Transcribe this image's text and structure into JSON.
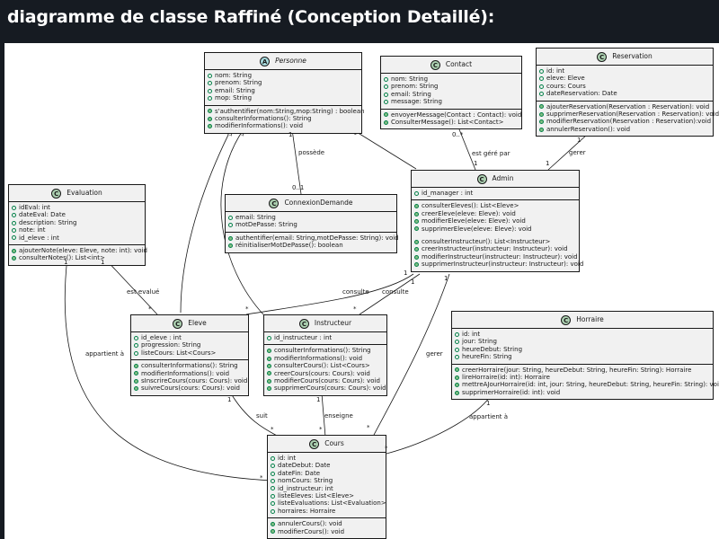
{
  "title": "diagramme de classe Raffiné (Conception Detaillé):",
  "colors": {
    "background": "#161b22",
    "canvas": "#ffffff",
    "class_fill": "#f1f1f1",
    "class_badge": "#add1b2",
    "abstract_badge": "#a9dcdf"
  },
  "classes": {
    "personne": {
      "stereotype": "A",
      "name": "Personne",
      "attrs": [
        "nom: String",
        "prenom: String",
        "email: String",
        "mop: String"
      ],
      "ops": [
        "s'authentifier(nom:String,mop:String) : boolean",
        "consulterInformations(): String",
        "modifierInformations(): void"
      ]
    },
    "contact": {
      "stereotype": "C",
      "name": "Contact",
      "attrs": [
        "nom: String",
        "prenom: String",
        "email: String",
        "message: String"
      ],
      "ops": [
        "envoyerMessage(Contact : Contact): void",
        "ConsulterMessage(): List<Contact>"
      ]
    },
    "reservation": {
      "stereotype": "C",
      "name": "Reservation",
      "attrs": [
        "id: int",
        "eleve: Eleve",
        "cours: Cours",
        "dateReservation: Date"
      ],
      "ops": [
        "ajouterReservation(Reservation : Reservation): void",
        "supprimerReservation(Reservation : Reservation): void",
        "modifierReservation(Reservation : Reservation):void",
        "annulerReservation(): void"
      ]
    },
    "evaluation": {
      "stereotype": "C",
      "name": "Evaluation",
      "attrs": [
        "idEval: int",
        "dateEval: Date",
        "description: String",
        "note: int",
        "id_eleve : int"
      ],
      "ops": [
        "ajouterNote(eleve: Eleve, note: int): void",
        "consulterNotes(): List<int>"
      ]
    },
    "connexion": {
      "stereotype": "C",
      "name": "ConnexionDemande",
      "attrs": [
        "email: String",
        "motDePasse: String"
      ],
      "ops": [
        "authentifier(email: String,motDePasse: String): void",
        "réinitialiserMotDePasse(): boolean"
      ]
    },
    "admin": {
      "stereotype": "C",
      "name": "Admin",
      "attrs": [
        "id_manager : int"
      ],
      "ops": [
        "consulterEleves(): List<Eleve>",
        "creerEleve(eleve: Eleve): void",
        "modifierEleve(eleve: Eleve): void",
        "supprimerEleve(eleve: Eleve): void"
      ],
      "ops2": [
        "consulterInstructeur(): List<Instructeur>",
        "creerInstructeur(instructeur: Instructeur): void",
        "modifierInstructeur(instructeur: Instructeur): void",
        "supprimerInstructeur(instructeur: Instructeur): void"
      ]
    },
    "eleve": {
      "stereotype": "C",
      "name": "Eleve",
      "attrs": [
        "id_eleve : int",
        "progression: String",
        "listeCours: List<Cours>"
      ],
      "ops": [
        "consulterInformations(): String",
        "modifierInformations(): void",
        "sInscrireCours(cours: Cours): void",
        "suivreCours(cours: Cours): void"
      ]
    },
    "instructeur": {
      "stereotype": "C",
      "name": "Instructeur",
      "attrs": [
        "id_instructeur : int"
      ],
      "ops": [
        "consulterInformations(): String",
        "modifierInformations(): void",
        "consulterCours(): List<Cours>",
        "creerCours(cours: Cours): void",
        "modifierCours(cours: Cours): void",
        "supprimerCours(cours: Cours): void"
      ]
    },
    "horraire": {
      "stereotype": "C",
      "name": "Horraire",
      "attrs": [
        "id: int",
        "jour: String",
        "heureDebut: String",
        "heureFin: String"
      ],
      "ops": [
        "creerHorraire(jour: String, heureDebut: String, heureFin: String): Horraire",
        "lireHorraire(id: int): Horraire",
        "mettreAJourHorraire(id: int, jour: String, heureDebut: String, heureFin: String): void",
        "supprimerHorraire(id: int): void"
      ]
    },
    "cours": {
      "stereotype": "C",
      "name": "Cours",
      "attrs": [
        "id: int",
        "dateDebut: Date",
        "dateFin: Date",
        "nomCours: String",
        "id_instructeur: int",
        "listeEleves: List<Eleve>",
        "listeEvaluations: List<Evaluation>",
        "horraires: Horraire"
      ],
      "ops": [
        "annulerCours(): void",
        "modifierCours(): void"
      ]
    }
  },
  "labels": {
    "possede": "possède",
    "est_gere_par": "est géré par",
    "gerer": "gerer",
    "gerer2": "gerer",
    "est_evalue": "est evalué",
    "consulte1": "consulte",
    "consulte2": "consulte",
    "appartient1": "appartient à",
    "appartient2": "appartient à",
    "suit": "suit",
    "enseigne": "enseigne",
    "m_one": "1",
    "m_many": "*",
    "m_zero_many": "0..*",
    "m_zero_one": "0..1"
  }
}
